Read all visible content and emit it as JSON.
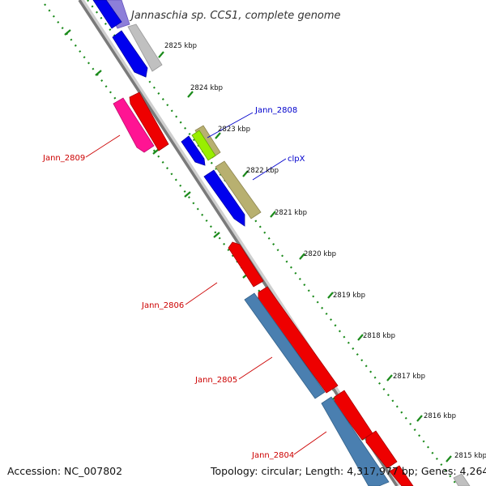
{
  "title": "Jannaschia sp. CCS1, complete genome",
  "footer": {
    "accession": "Accession: NC_007802",
    "topology": "Topology: circular; Length: 4,317,977 bp; Genes: 4,264"
  },
  "ticks": [
    "2825 kbp",
    "2824 kbp",
    "2823 kbp",
    "2822 kbp",
    "2821 kbp",
    "2820 kbp",
    "2819 kbp",
    "2818 kbp",
    "2817 kbp",
    "2816 kbp",
    "2815 kbp"
  ],
  "gene_labels": {
    "jann_2808": "Jann_2808",
    "clpx": "clpX",
    "jann_2809": "Jann_2809",
    "jann_2806": "Jann_2806",
    "jann_2805": "Jann_2805",
    "jann_2804": "Jann_2804"
  },
  "colors": {
    "blue_gene": "#0000ee",
    "red_gene": "#ee0000",
    "pink_gene": "#ff1493",
    "olive_gene": "#b8b070",
    "steel_gene": "#4a7fb0",
    "grey_gene": "#c0c0c0",
    "lime_gene": "#99ee00",
    "backbone": "#888888",
    "ruler_dots": "#1a8a1a",
    "label_blue": "#0000cc",
    "label_red": "#cc0000"
  }
}
